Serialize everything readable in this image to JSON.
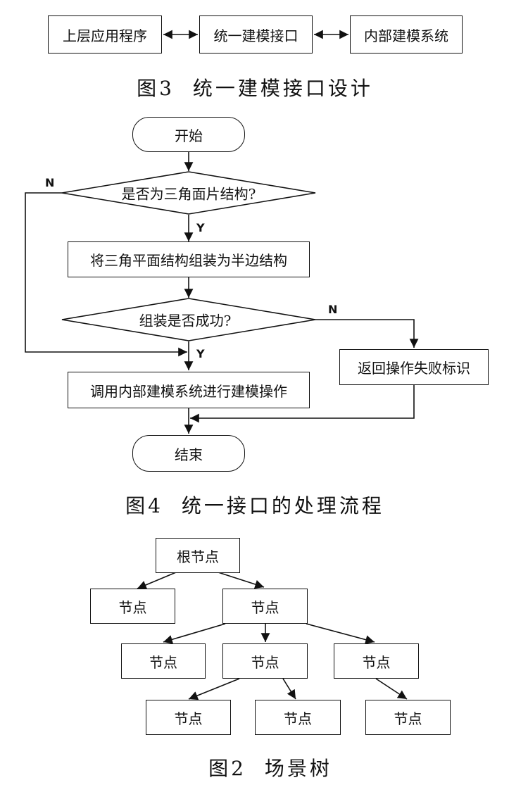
{
  "fig3": {
    "boxes": [
      "上层应用程序",
      "统一建模接口",
      "内部建模系统"
    ],
    "caption_num": "图3",
    "caption_text": "统一建模接口设计"
  },
  "fig4": {
    "start": "开始",
    "decision1": "是否为三角面片结构?",
    "process1": "将三角平面结构组装为半边结构",
    "decision2": "组装是否成功?",
    "fail": "返回操作失败标识",
    "process2": "调用内部建模系统进行建模操作",
    "end": "结束",
    "yes": "Y",
    "no": "N",
    "caption_num": "图4",
    "caption_text": "统一接口的处理流程"
  },
  "fig2": {
    "root": "根节点",
    "node": "节点",
    "caption_num": "图2",
    "caption_text": "场景树"
  }
}
